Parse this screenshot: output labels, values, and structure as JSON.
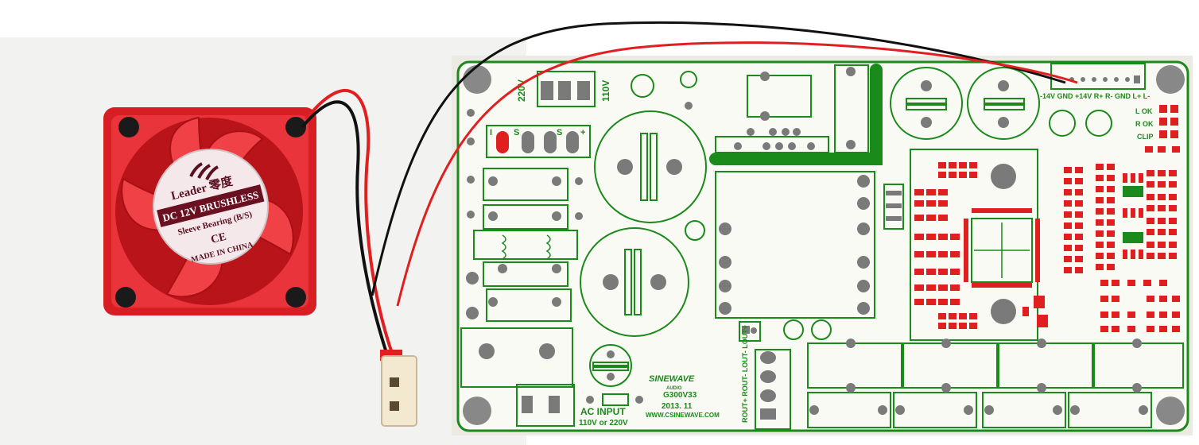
{
  "fan": {
    "brand": "Leader",
    "brand_cn": "零度",
    "line1": "DC 12V BRUSHLESS",
    "line2": "Sleeve Bearing (B/S)",
    "ce": "CE",
    "origin": "MADE IN CHINA",
    "body_color": "#e8242b",
    "wire_colors": [
      "#e02020",
      "#111111"
    ]
  },
  "board": {
    "brand": "SINEWAVE",
    "brand_sub": "AUDIO",
    "model": "G300V33",
    "date": "2013. 11",
    "url": "WWW.CSINEWAVE.COM",
    "ac_input": "AC INPUT",
    "ac_voltage": "110V or 220V",
    "v220": "220V",
    "v110": "110V",
    "header_pins": "-14V GND +14V R+ R- GND L+ L-",
    "l_ok": "L OK",
    "r_ok": "R OK",
    "clip": "CLIP",
    "out_pins": "ROUT+ ROUT- LOUT- LOUT+",
    "switch_marks": [
      "I",
      "S",
      "S",
      "+"
    ],
    "silkscreen_color": "#1a8a1a",
    "pad_color": "#e02020",
    "board_color": "#fafaf5"
  }
}
